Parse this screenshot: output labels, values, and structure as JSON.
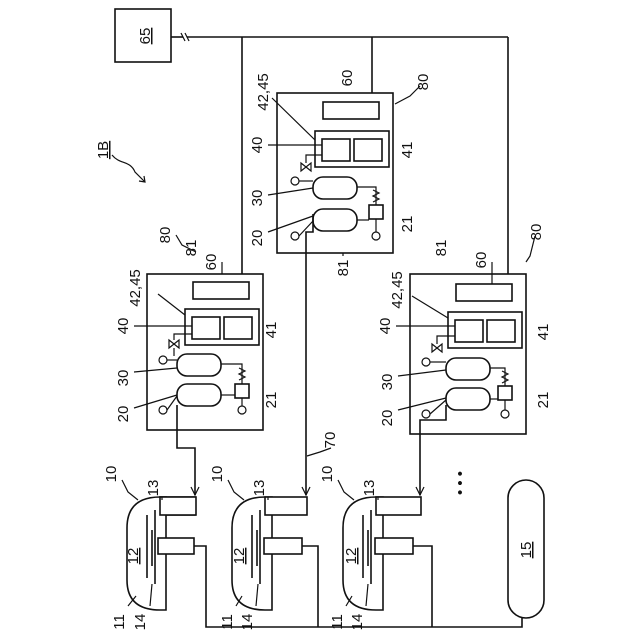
{
  "figure": {
    "label": "1B"
  },
  "controller": {
    "label": "65"
  },
  "tank": {
    "label": "15"
  },
  "line_label": "70",
  "ellipsis": "• • •",
  "units": [
    {
      "n60": "60",
      "n4245": "42,45",
      "n40": "40",
      "n41": "41",
      "n30": "30",
      "n20": "20",
      "n21": "21",
      "n80": "80",
      "n81": "81"
    },
    {
      "n60": "60",
      "n4245": "42,45",
      "n40": "40",
      "n41": "41",
      "n30": "30",
      "n20": "20",
      "n21": "21",
      "n80": "80",
      "n81": "81"
    },
    {
      "n60": "60",
      "n4245": "42,45",
      "n40": "40",
      "n41": "41",
      "n30": "30",
      "n20": "20",
      "n21": "21",
      "n80": "80",
      "n81": "81"
    }
  ],
  "chambers": [
    {
      "n10": "10",
      "n12": "12",
      "n13": "13",
      "n11": "11",
      "n14": "14"
    },
    {
      "n10": "10",
      "n12": "12",
      "n13": "13",
      "n11": "11",
      "n14": "14"
    },
    {
      "n10": "10",
      "n12": "12",
      "n13": "13",
      "n11": "11",
      "n14": "14"
    }
  ]
}
